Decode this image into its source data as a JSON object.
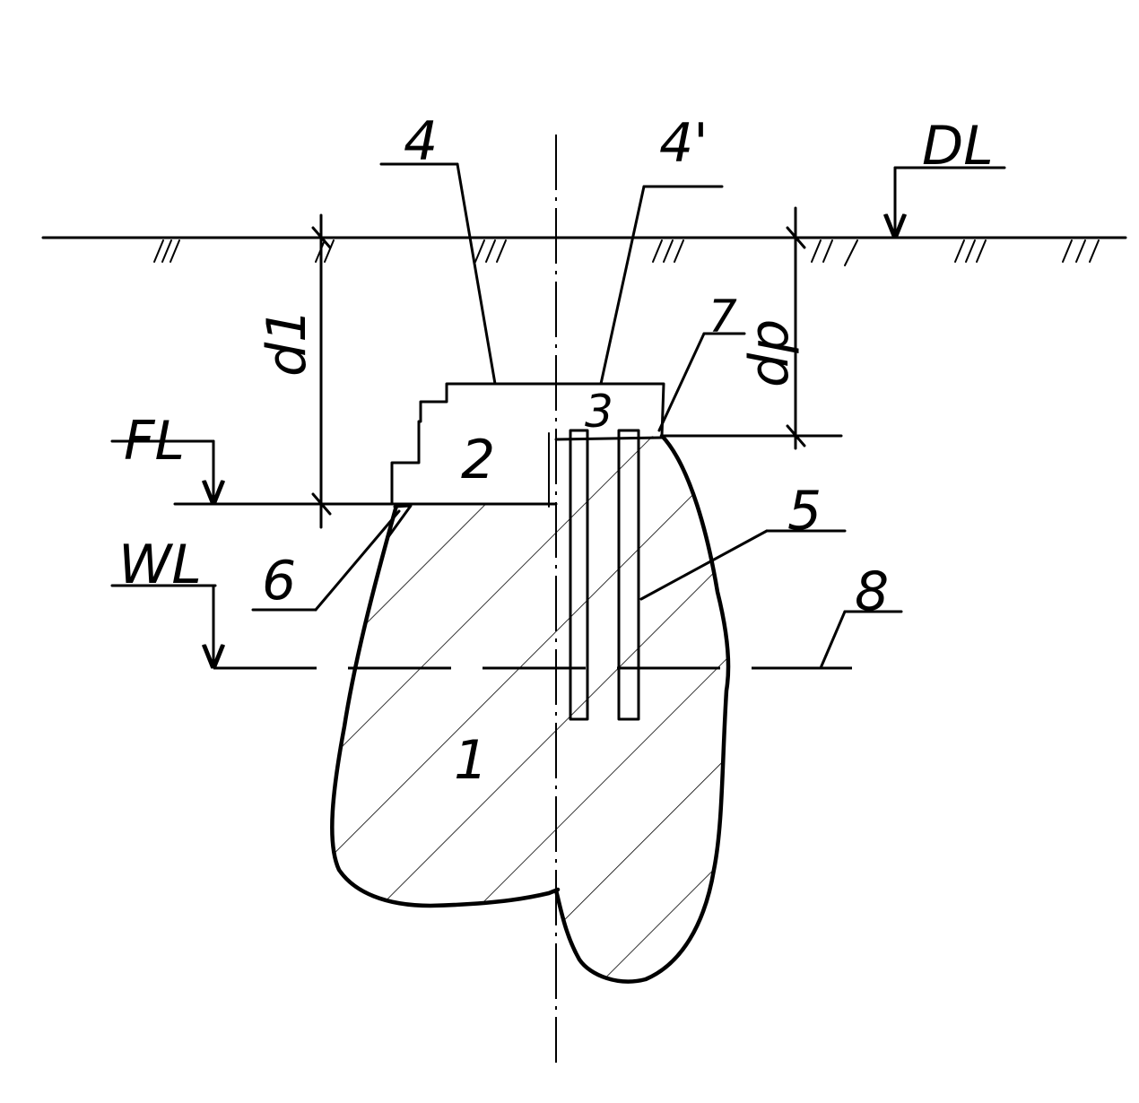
{
  "labels": {
    "part_1": "1",
    "part_2": "2",
    "part_3": "3",
    "part_4": "4",
    "part_4_prime": "4'",
    "part_5": "5",
    "part_6": "6",
    "part_7": "7",
    "part_8": "8",
    "dl": "DL",
    "fl": "FL",
    "wl": "WL",
    "d1": "d1",
    "dp": "dp"
  }
}
